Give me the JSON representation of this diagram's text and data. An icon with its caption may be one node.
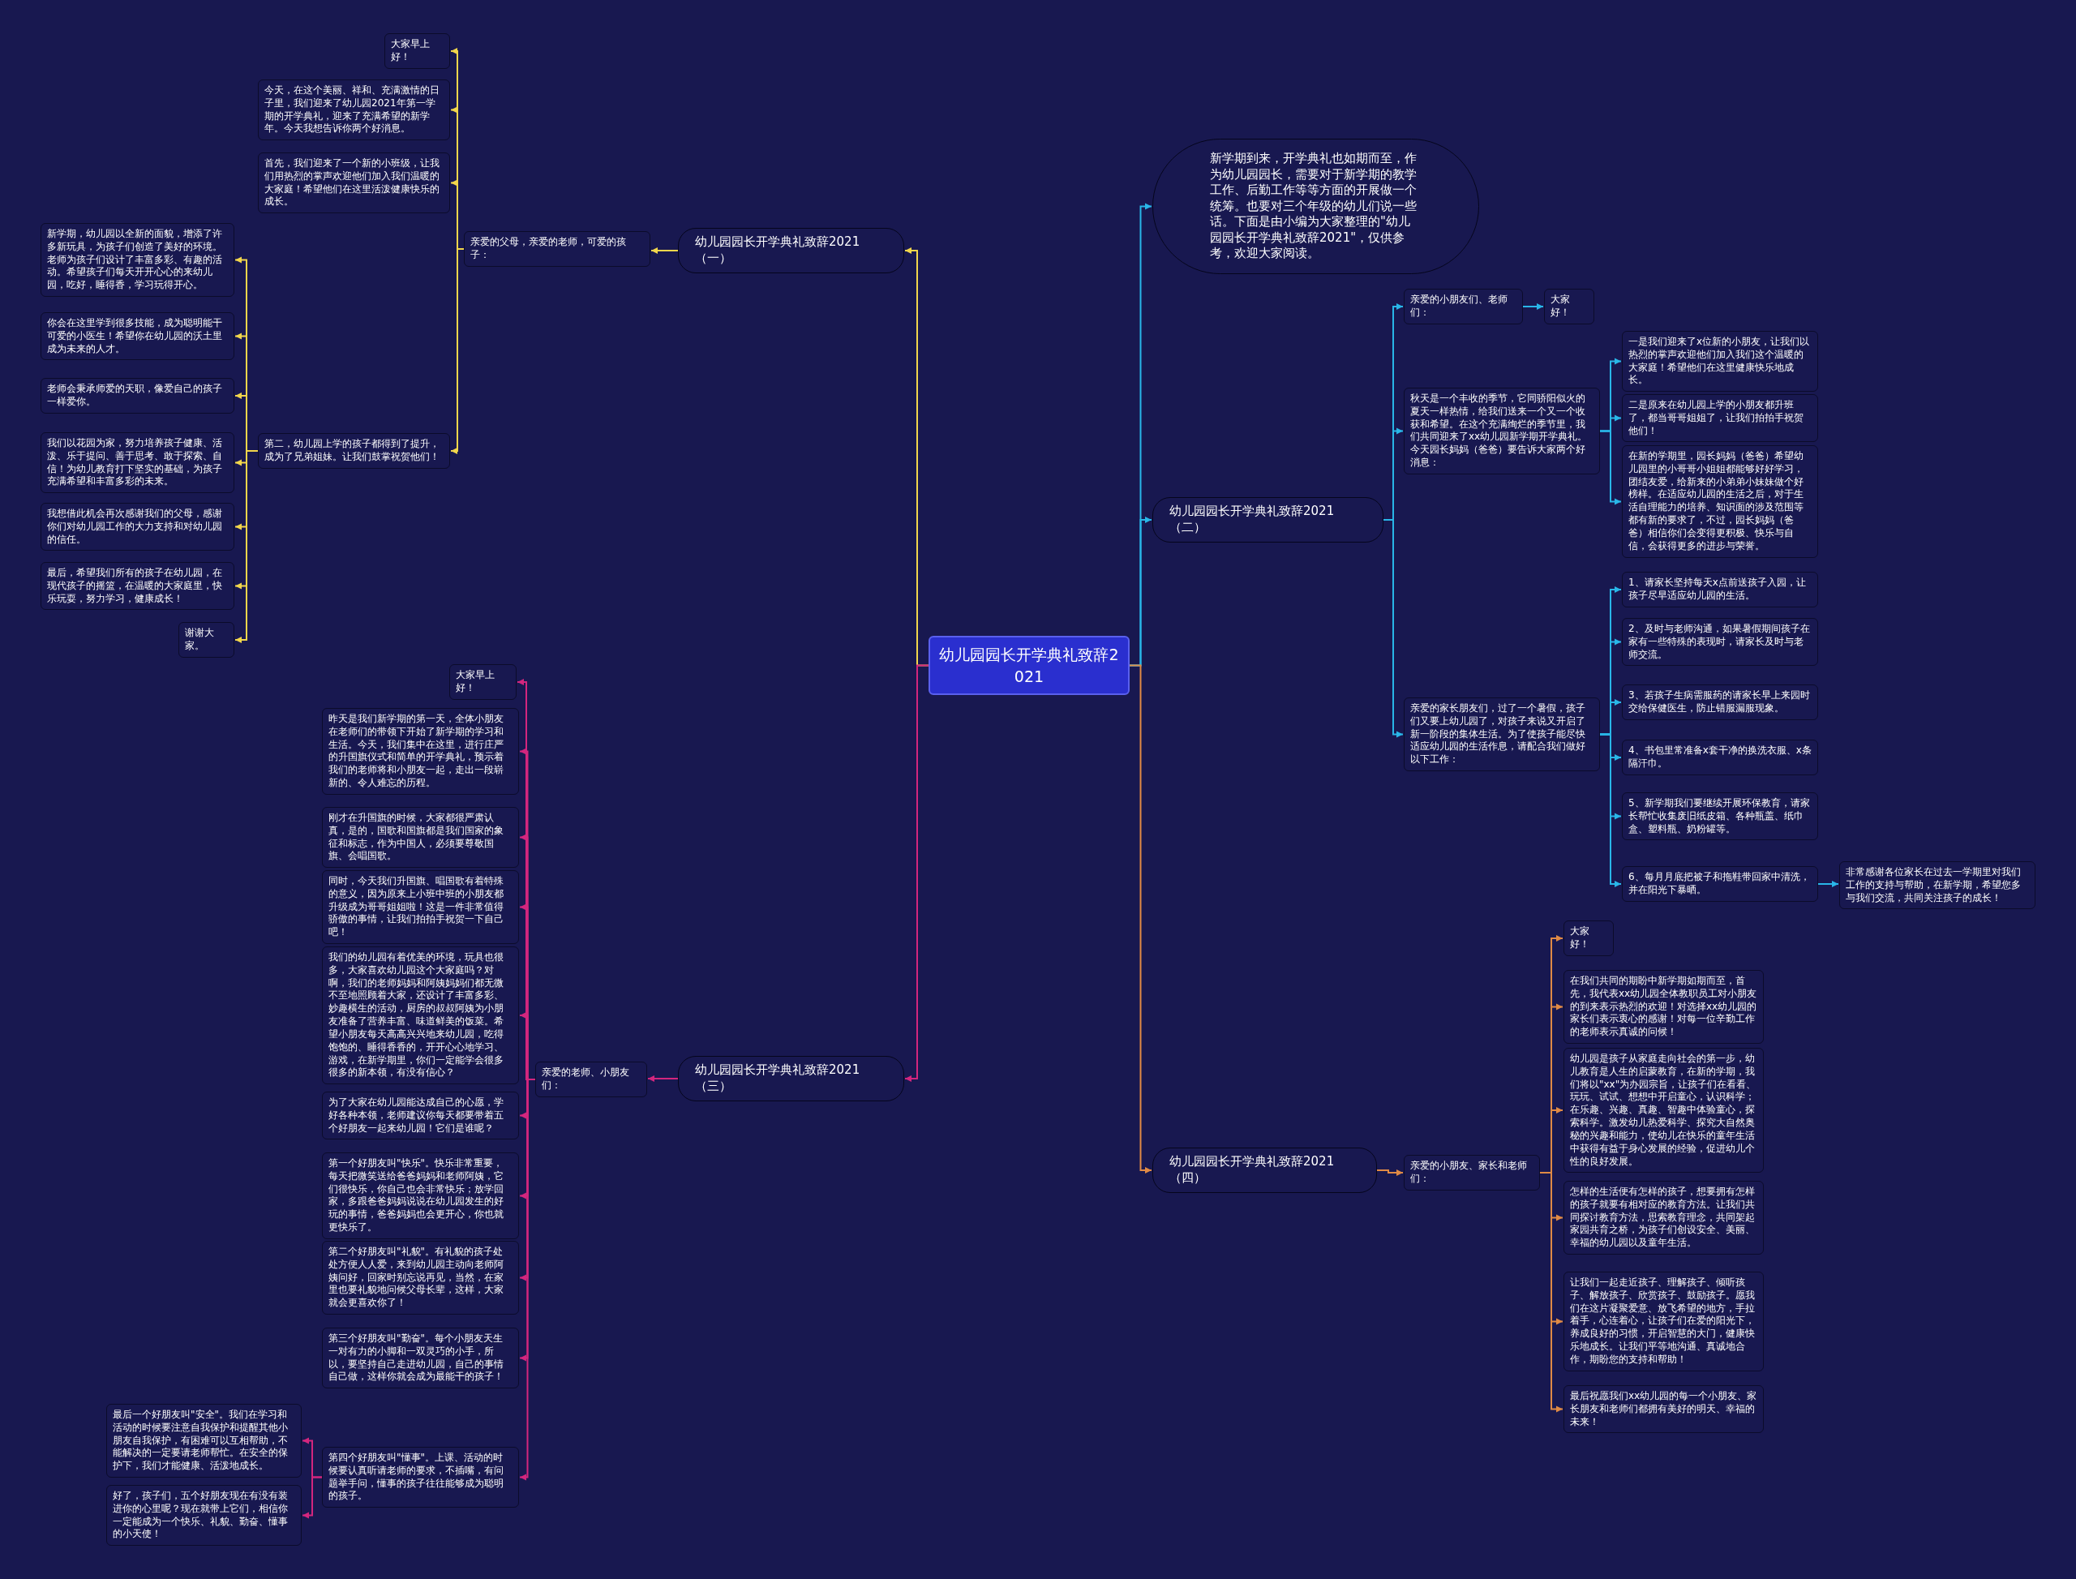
{
  "diagram": {
    "nodes": [
      {
        "text": [
          "幼儿园园长开学典礼致辞2021"
        ]
      },
      {
        "text": [
          "新学期到来，开学典礼也如期而至，作为幼儿园园长，需要对于新学期的教学工作、后勤工作等等方面的开展做一个统筹。也要对三个年级的幼儿们说一些话。下面是由小编为大家整理的\"幼儿园园长开学典礼致辞2021\"，仅供参考，欢迎大家阅读。"
        ]
      },
      {
        "text": [
          "幼儿园园长开学典礼致辞2021（二）"
        ]
      },
      {
        "text": [
          "亲爱的小朋友们、老师们："
        ]
      },
      {
        "text": [
          "大家好！"
        ]
      },
      {
        "text": [
          "秋天是一个丰收的季节，它同骄阳似火的夏天一样热情，给我们送来一个又一个收获和希望。在这个充满绚烂的季节里，我们共同迎来了xx幼儿园新学期开学典礼。今天园长妈妈（爸爸）要告诉大家两个好消息："
        ]
      },
      {
        "text": [
          "一是我们迎来了x位新的小朋友，让我们以热烈的掌声欢迎他们加入我们这个温暖的大家庭！希望他们在这里健康快乐地成长。"
        ]
      },
      {
        "text": [
          "二是原来在幼儿园上学的小朋友都升班了，都当哥哥姐姐了，让我们拍拍手祝贺他们！"
        ]
      },
      {
        "text": [
          "在新的学期里，园长妈妈（爸爸）希望幼儿园里的小哥哥小姐姐都能够好好学习，团结友爱，给新来的小弟弟小妹妹做个好榜样。在适应幼儿园的生活之后，对于生活自理能力的培养、知识面的涉及范围等都有新的要求了，不过，园长妈妈（爸爸）相信你们会变得更积极、快乐与自信，会获得更多的进步与荣誉。"
        ]
      },
      {
        "text": [
          "亲爱的家长朋友们，过了一个暑假，孩子们又要上幼儿园了，对孩子来说又开启了新一阶段的集体生活。为了使孩子能尽快适应幼儿园的生活作息，请配合我们做好以下工作："
        ]
      },
      {
        "text": [
          "1、请家长坚持每天x点前送孩子入园，让孩子尽早适应幼儿园的生活。"
        ]
      },
      {
        "text": [
          "2、及时与老师沟通，如果暑假期间孩子在家有一些特殊的表现时，请家长及时与老师交流。"
        ]
      },
      {
        "text": [
          "3、若孩子生病需服药的请家长早上来园时交给保健医生，防止错服漏服现象。"
        ]
      },
      {
        "text": [
          "4、书包里常准备x套干净的换洗衣服、x条隔汗巾。"
        ]
      },
      {
        "text": [
          "5、新学期我们要继续开展环保教育，请家长帮忙收集废旧纸皮箱、各种瓶盖、纸巾盒、塑料瓶、奶粉罐等。"
        ]
      },
      {
        "text": [
          "6、每月月底把被子和拖鞋带回家中清洗，并在阳光下暴晒。"
        ]
      },
      {
        "text": [
          "非常感谢各位家长在过去一学期里对我们工作的支持与帮助，在新学期，希望您多与我们交流，共同关注孩子的成长！"
        ]
      },
      {
        "text": [
          "幼儿园园长开学典礼致辞2021（四）"
        ]
      },
      {
        "text": [
          "亲爱的小朋友、家长和老师们："
        ]
      },
      {
        "text": [
          "大家好！"
        ]
      },
      {
        "text": [
          "在我们共同的期盼中新学期如期而至，首先，我代表xx幼儿园全体教职员工对小朋友的到来表示热烈的欢迎！对选择xx幼儿园的家长们表示衷心的感谢！对每一位辛勤工作的老师表示真诚的问候！"
        ]
      },
      {
        "text": [
          "幼儿园是孩子从家庭走向社会的第一步，幼儿教育是人生的启蒙教育，在新的学期，我们将以\"xx\"为办园宗旨，让孩子们在看看、玩玩、试试、想想中开启童心，认识科学；在乐趣、兴趣、真趣、智趣中体验童心，探索科学。激发幼儿热爱科学、探究大自然奥秘的兴趣和能力，使幼儿在快乐的童年生活中获得有益于身心发展的经验，促进幼儿个性的良好发展。"
        ]
      },
      {
        "text": [
          "怎样的生活便有怎样的孩子，想要拥有怎样的孩子就要有相对应的教育方法。让我们共同探讨教育方法，思索教育理念，共同架起家园共育之桥，为孩子们创设安全、美丽、幸福的幼儿园以及童年生活。"
        ]
      },
      {
        "text": [
          "让我们一起走近孩子、理解孩子、倾听孩子、解放孩子、欣赏孩子、鼓励孩子。愿我们在这片凝聚爱意、放飞希望的地方，手拉着手，心连着心，让孩子们在爱的阳光下，养成良好的习惯，开启智慧的大门，健康快乐地成长。让我们平等地沟通、真诚地合作，期盼您的支持和帮助！"
        ]
      },
      {
        "text": [
          "最后祝愿我们xx幼儿园的每一个小朋友、家长朋友和老师们都拥有美好的明天、幸福的未来！"
        ]
      },
      {
        "text": [
          "幼儿园园长开学典礼致辞2021（一）"
        ]
      },
      {
        "text": [
          "亲爱的父母，亲爱的老师，可爱的孩子："
        ]
      },
      {
        "text": [
          "大家早上好！"
        ]
      },
      {
        "text": [
          "今天，在这个美丽、祥和、充满激情的日子里，我们迎来了幼儿园2021年第一学期的开学典礼，迎来了充满希望的新学年。今天我想告诉你两个好消息。"
        ]
      },
      {
        "text": [
          "首先，我们迎来了一个新的小班级，让我们用热烈的掌声欢迎他们加入我们温暖的大家庭！希望他们在这里活泼健康快乐的成长。"
        ]
      },
      {
        "text": [
          "第二，幼儿园上学的孩子都得到了提升，成为了兄弟姐妹。让我们鼓掌祝贺他们！"
        ]
      },
      {
        "text": [
          "新学期，幼儿园以全新的面貌，增添了许多新玩具，为孩子们创造了美好的环境。老师为孩子们设计了丰富多彩、有趣的活动。希望孩子们每天开开心心的来幼儿园，吃好，睡得香，学习玩得开心。"
        ]
      },
      {
        "text": [
          "你会在这里学到很多技能，成为聪明能干可爱的小医生！希望你在幼儿园的沃土里成为未来的人才。"
        ]
      },
      {
        "text": [
          "老师会秉承师爱的天职，像爱自己的孩子一样爱你。"
        ]
      },
      {
        "text": [
          "我们以花园为家，努力培养孩子健康、活泼、乐于提问、善于思考、敢于探索、自信！为幼儿教育打下坚实的基础，为孩子充满希望和丰富多彩的未来。"
        ]
      },
      {
        "text": [
          "我想借此机会再次感谢我们的父母，感谢你们对幼儿园工作的大力支持和对幼儿园的信任。"
        ]
      },
      {
        "text": [
          "最后，希望我们所有的孩子在幼儿园，在现代孩子的摇篮，在温暖的大家庭里，快乐玩耍，努力学习，健康成长！"
        ]
      },
      {
        "text": [
          "谢谢大家。"
        ]
      },
      {
        "text": [
          "幼儿园园长开学典礼致辞2021（三）"
        ]
      },
      {
        "text": [
          "亲爱的老师、小朋友们："
        ]
      },
      {
        "text": [
          "大家早上好！"
        ]
      },
      {
        "text": [
          "昨天是我们新学期的第一天，全体小朋友在老师们的带领下开始了新学期的学习和生活。今天，我们集中在这里，进行庄严的升国旗仪式和简单的开学典礼，预示着我们的老师将和小朋友一起，走出一段崭新的、令人难忘的历程。"
        ]
      },
      {
        "text": [
          "刚才在升国旗的时候，大家都很严肃认真，是的，国歌和国旗都是我们国家的象征和标志，作为中国人，必须要尊敬国旗、会唱国歌。"
        ]
      },
      {
        "text": [
          "同时，今天我们升国旗、唱国歌有着特殊的意义，因为原来上小班中班的小朋友都升级成为哥哥姐姐啦！这是一件非常值得骄傲的事情，让我们拍拍手祝贺一下自己吧！"
        ]
      },
      {
        "text": [
          "我们的幼儿园有着优美的环境，玩具也很多，大家喜欢幼儿园这个大家庭吗？对啊，我们的老师妈妈和阿姨妈妈们都无微不至地照顾着大家，还设计了丰富多彩、妙趣横生的活动，厨房的叔叔阿姨为小朋友准备了营养丰富、味道鲜美的饭菜。希望小朋友每天高高兴兴地来幼儿园，吃得饱饱的、睡得香香的，开开心心地学习、游戏，在新学期里，你们一定能学会很多很多的新本领，有没有信心？"
        ]
      },
      {
        "text": [
          "为了大家在幼儿园能达成自己的心愿，学好各种本领，老师建议你每天都要带着五个好朋友一起来幼儿园！它们是谁呢？"
        ]
      },
      {
        "text": [
          "第一个好朋友叫\"快乐\"。快乐非常重要，每天把微笑送给爸爸妈妈和老师阿姨，它们很快乐，你自己也会非常快乐；放学回家，多跟爸爸妈妈说说在幼儿园发生的好玩的事情，爸爸妈妈也会更开心，你也就更快乐了。"
        ]
      },
      {
        "text": [
          "第二个好朋友叫\"礼貌\"。有礼貌的孩子处处方便人人爱，来到幼儿园主动向老师阿姨问好，回家时别忘说再见，当然，在家里也要礼貌地问候父母长辈，这样，大家就会更喜欢你了！"
        ]
      },
      {
        "text": [
          "第三个好朋友叫\"勤奋\"。每个小朋友天生一对有力的小脚和一双灵巧的小手，所以，要坚持自己走进幼儿园，自己的事情自己做，这样你就会成为最能干的孩子！"
        ]
      },
      {
        "text": [
          "第四个好朋友叫\"懂事\"。上课、活动的时候要认真听请老师的要求，不插嘴，有问题举手问，懂事的孩子往往能够成为聪明的孩子。"
        ]
      },
      {
        "text": [
          "最后一个好朋友叫\"安全\"。我们在学习和活动的时候要注意自我保护和提醒其他小朋友自我保护，有困难可以互相帮助，不能解决的一定要请老师帮忙。在安全的保护下，我们才能健康、活泼地成长。"
        ]
      },
      {
        "text": [
          "好了，孩子们，五个好朋友现在有没有装进你的心里呢？现在就带上它们，相信你一定能成为一个快乐、礼貌、勤奋、懂事的小天使！"
        ]
      }
    ],
    "edges": [
      {
        "from": 0,
        "to": 1,
        "arrow": "to"
      },
      {
        "from": 0,
        "to": 2,
        "arrow": "to"
      },
      {
        "from": 2,
        "to": 3,
        "arrow": "to"
      },
      {
        "from": 3,
        "to": 4,
        "arrow": "to"
      },
      {
        "from": 2,
        "to": 5,
        "arrow": "to"
      },
      {
        "from": 5,
        "to": 6,
        "arrow": "to"
      },
      {
        "from": 5,
        "to": 7,
        "arrow": "to"
      },
      {
        "from": 5,
        "to": 8,
        "arrow": "to"
      },
      {
        "from": 2,
        "to": 9,
        "arrow": "to"
      },
      {
        "from": 9,
        "to": 10,
        "arrow": "to"
      },
      {
        "from": 9,
        "to": 11,
        "arrow": "to"
      },
      {
        "from": 9,
        "to": 12,
        "arrow": "to"
      },
      {
        "from": 9,
        "to": 13,
        "arrow": "to"
      },
      {
        "from": 9,
        "to": 14,
        "arrow": "to"
      },
      {
        "from": 9,
        "to": 15,
        "arrow": "to"
      },
      {
        "from": 15,
        "to": 16,
        "arrow": "to"
      },
      {
        "from": 0,
        "to": 17,
        "arrow": "to",
        "color": "#e08a45"
      },
      {
        "from": 17,
        "to": 18,
        "arrow": "to",
        "color": "#e08a45"
      },
      {
        "from": 18,
        "to": 19,
        "arrow": "to",
        "color": "#e08a45"
      },
      {
        "from": 18,
        "to": 20,
        "arrow": "to",
        "color": "#e08a45"
      },
      {
        "from": 18,
        "to": 21,
        "arrow": "to",
        "color": "#e08a45"
      },
      {
        "from": 18,
        "to": 22,
        "arrow": "to",
        "color": "#e08a45"
      },
      {
        "from": 18,
        "to": 23,
        "arrow": "to",
        "color": "#e08a45"
      },
      {
        "from": 18,
        "to": 24,
        "arrow": "to",
        "color": "#e08a45"
      },
      {
        "from": 0,
        "to": 25,
        "arrow": "to",
        "color": "#f2d64b"
      },
      {
        "from": 25,
        "to": 26,
        "arrow": "to",
        "color": "#f2d64b"
      },
      {
        "from": 26,
        "to": 27,
        "arrow": "to",
        "color": "#f2d64b"
      },
      {
        "from": 26,
        "to": 28,
        "arrow": "to",
        "color": "#f2d64b"
      },
      {
        "from": 26,
        "to": 29,
        "arrow": "to",
        "color": "#f2d64b"
      },
      {
        "from": 26,
        "to": 30,
        "arrow": "to",
        "color": "#f2d64b"
      },
      {
        "from": 30,
        "to": 31,
        "arrow": "to",
        "color": "#f2d64b"
      },
      {
        "from": 30,
        "to": 32,
        "arrow": "to",
        "color": "#f2d64b"
      },
      {
        "from": 30,
        "to": 33,
        "arrow": "to",
        "color": "#f2d64b"
      },
      {
        "from": 30,
        "to": 34,
        "arrow": "to",
        "color": "#f2d64b"
      },
      {
        "from": 30,
        "to": 35,
        "arrow": "to",
        "color": "#f2d64b"
      },
      {
        "from": 30,
        "to": 36,
        "arrow": "to",
        "color": "#f2d64b"
      },
      {
        "from": 30,
        "to": 37,
        "arrow": "to",
        "color": "#f2d64b"
      },
      {
        "from": 0,
        "to": 38,
        "arrow": "to",
        "color": "#d3267e"
      },
      {
        "from": 38,
        "to": 39,
        "arrow": "to",
        "color": "#d3267e"
      },
      {
        "from": 39,
        "to": 40,
        "arrow": "to",
        "color": "#d3267e"
      },
      {
        "from": 39,
        "to": 41,
        "arrow": "to",
        "color": "#d3267e"
      },
      {
        "from": 39,
        "to": 42,
        "arrow": "to",
        "color": "#d3267e"
      },
      {
        "from": 39,
        "to": 43,
        "arrow": "to",
        "color": "#d3267e"
      },
      {
        "from": 39,
        "to": 44,
        "arrow": "to",
        "color": "#d3267e"
      },
      {
        "from": 39,
        "to": 45,
        "arrow": "to",
        "color": "#d3267e"
      },
      {
        "from": 39,
        "to": 46,
        "arrow": "to",
        "color": "#d3267e"
      },
      {
        "from": 39,
        "to": 47,
        "arrow": "to",
        "color": "#d3267e"
      },
      {
        "from": 39,
        "to": 48,
        "arrow": "to",
        "color": "#d3267e"
      },
      {
        "from": 39,
        "to": 49,
        "arrow": "to",
        "color": "#d3267e"
      },
      {
        "from": 49,
        "to": 50,
        "arrow": "to",
        "color": "#d3267e"
      },
      {
        "from": 49,
        "to": 51,
        "arrow": "to",
        "color": "#d3267e"
      }
    ]
  }
}
